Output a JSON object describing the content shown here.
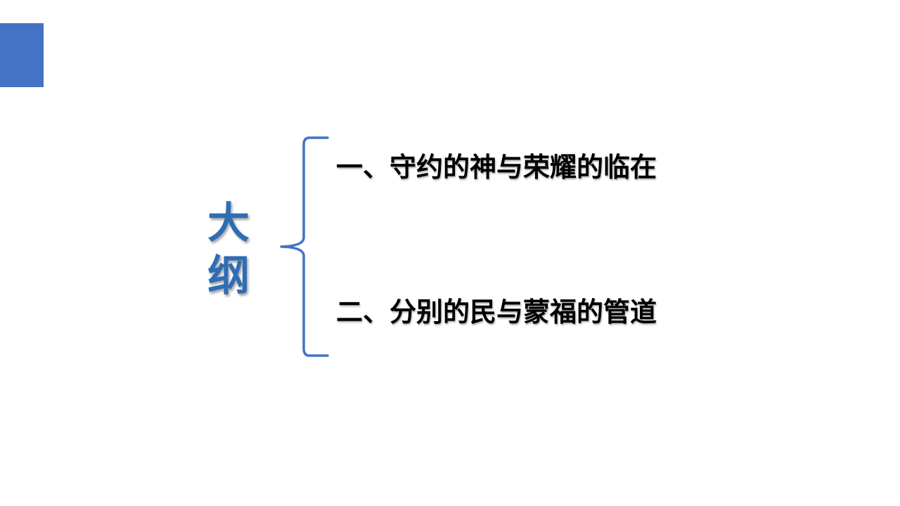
{
  "slide": {
    "title_chars": [
      "大",
      "纲"
    ],
    "items": [
      "一、守约的神与荣耀的临在",
      "二、分别的民与蒙福的管道"
    ]
  },
  "colors": {
    "accent": "#4472c4",
    "title": "#2e6db4",
    "text": "#000000"
  }
}
